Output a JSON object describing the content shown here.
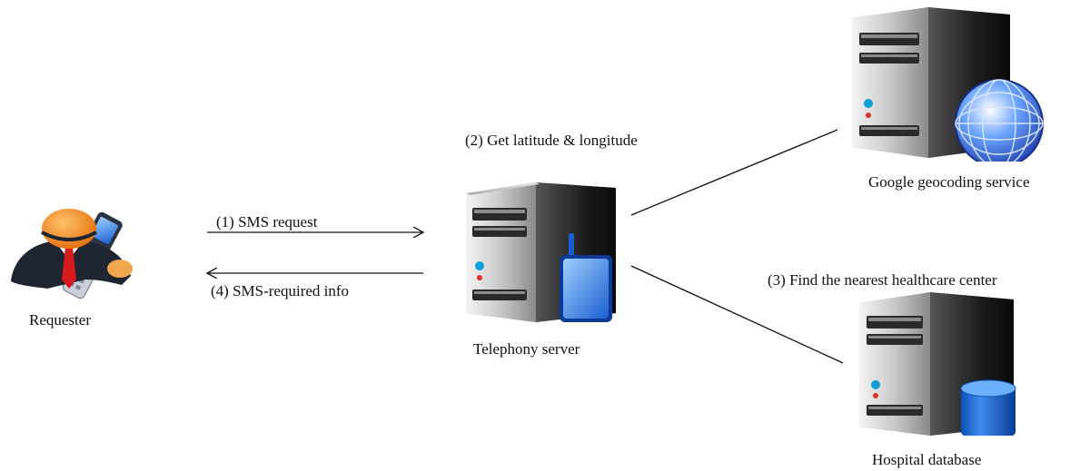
{
  "nodes": {
    "requester": {
      "label": "Requester",
      "icon": "person-with-phone-icon"
    },
    "telephony": {
      "label": "Telephony server",
      "icon": "server-with-phone-icon"
    },
    "geocoding": {
      "label": "Google geocoding service",
      "icon": "server-with-globe-icon"
    },
    "hospital": {
      "label": "Hospital database",
      "icon": "server-with-database-icon"
    }
  },
  "edges": {
    "sms_request": "(1) SMS request",
    "get_latlng": "(2) Get latitude & longitude",
    "find_nearest": "(3) Find the nearest healthcare center",
    "sms_info": "(4) SMS-required info"
  },
  "colors": {
    "accent_blue": "#1a6fd6",
    "server_dark": "#1e1e1e",
    "server_light": "#d8d8d8",
    "tie_red": "#d41a1a",
    "face_orange": "#f28a1e"
  }
}
